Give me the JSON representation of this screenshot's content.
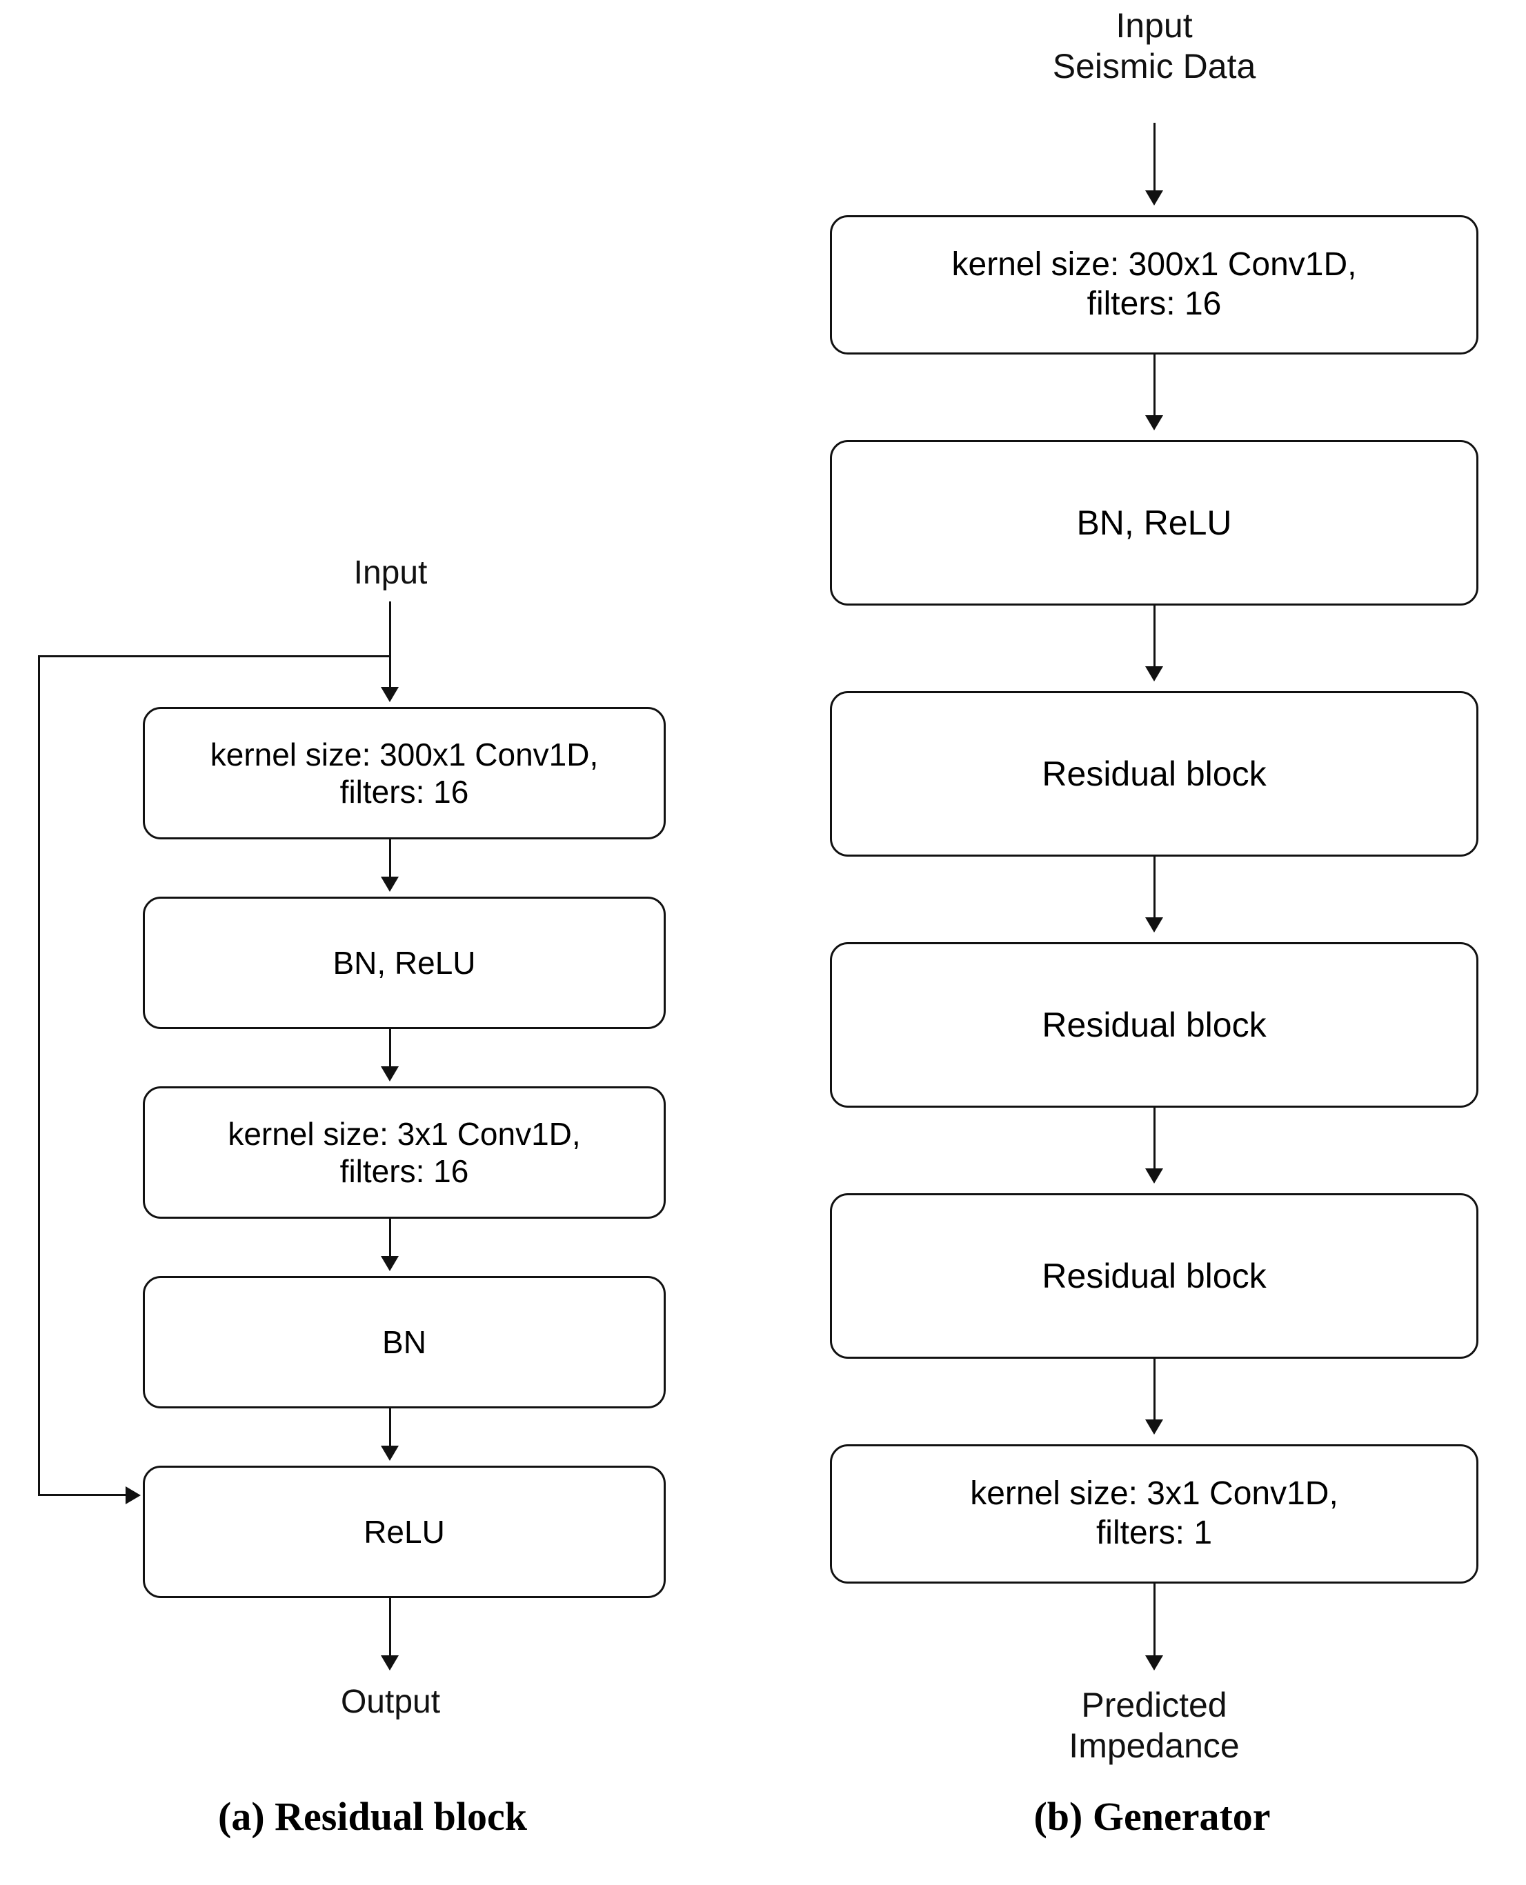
{
  "figure": {
    "panels": [
      {
        "id": "residual-block",
        "caption": "(a) Residual block",
        "input_label": "Input",
        "output_label": "Output",
        "skip_connection": true,
        "nodes": [
          {
            "id": "conv-300",
            "text": "kernel size: 300x1 Conv1D,\nfilters: 16"
          },
          {
            "id": "bn-relu",
            "text": "BN, ReLU"
          },
          {
            "id": "conv-3",
            "text": "kernel size: 3x1 Conv1D,\nfilters: 16"
          },
          {
            "id": "bn",
            "text": "BN"
          },
          {
            "id": "relu",
            "text": "ReLU"
          }
        ]
      },
      {
        "id": "generator",
        "caption": "(b) Generator",
        "input_label": "Input\nSeismic Data",
        "output_label": "Predicted\nImpedance",
        "skip_connection": false,
        "nodes": [
          {
            "id": "gen-conv-300",
            "text": "kernel size: 300x1 Conv1D,\nfilters: 16"
          },
          {
            "id": "gen-bn-relu",
            "text": "BN, ReLU"
          },
          {
            "id": "gen-res-1",
            "text": "Residual block"
          },
          {
            "id": "gen-res-2",
            "text": "Residual block"
          },
          {
            "id": "gen-res-3",
            "text": "Residual block"
          },
          {
            "id": "gen-conv-3",
            "text": "kernel size: 3x1 Conv1D,\nfilters: 1"
          }
        ]
      }
    ],
    "colors": {
      "stroke": "#111111",
      "fill": "#ffffff",
      "text": "#111111"
    }
  }
}
